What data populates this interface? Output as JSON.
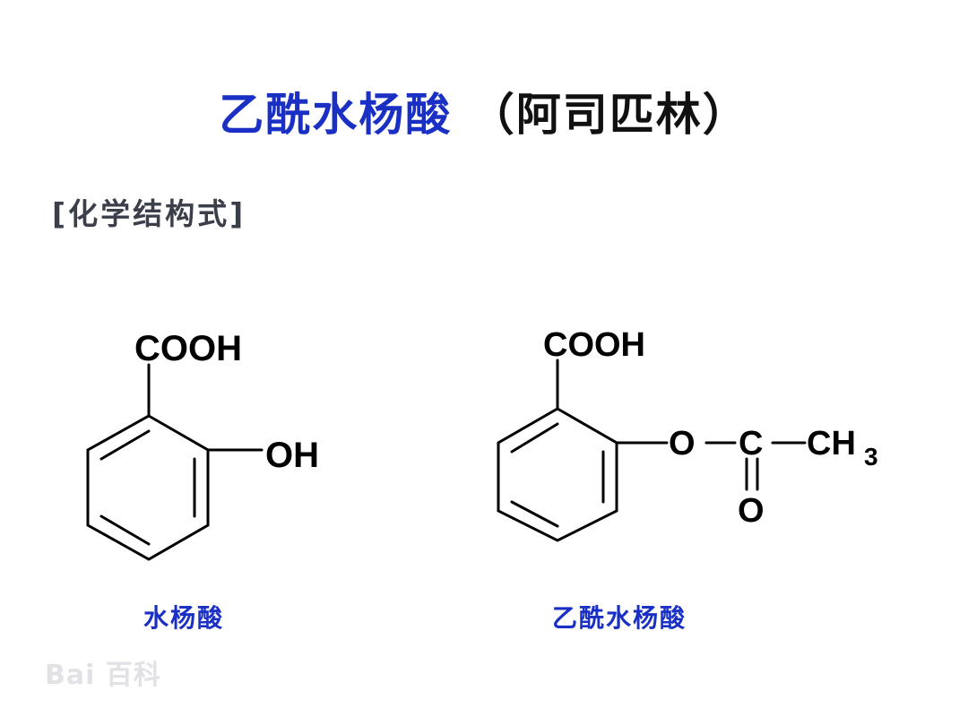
{
  "title": {
    "main": "乙酰水杨酸",
    "alias": "（阿司匹林）"
  },
  "section_label": "[化学结构式]",
  "molecule_left": {
    "substituent_top": "COOH",
    "substituent_right": "OH",
    "caption": "水杨酸"
  },
  "molecule_right": {
    "substituent_top": "COOH",
    "ester_o": "O",
    "carbonyl_c": "C",
    "methyl": "CH",
    "methyl_subscript": "3",
    "carbonyl_o": "O",
    "caption": "乙酰水杨酸"
  },
  "watermark": "Bai 百科",
  "colors": {
    "title_blue": "#1a2fc4",
    "caption_blue": "#1a2fc4",
    "label_gray": "#3a3f4a"
  }
}
